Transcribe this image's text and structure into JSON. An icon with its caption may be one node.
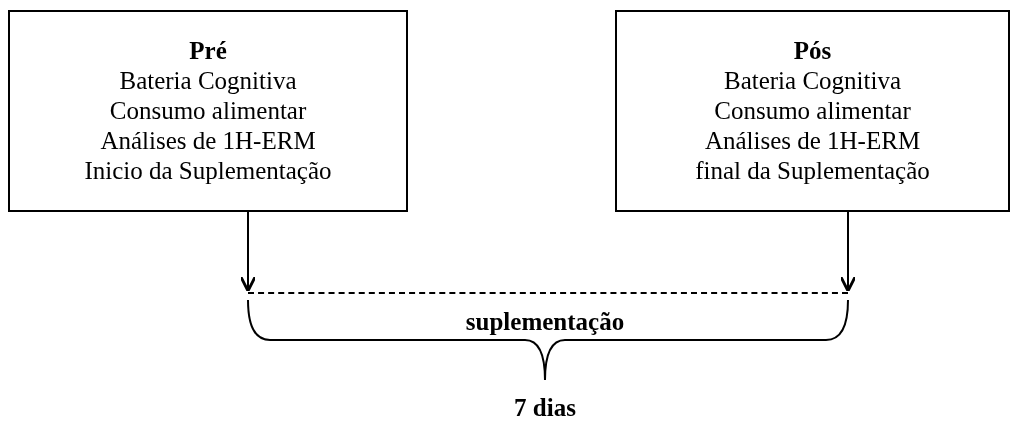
{
  "diagram": {
    "nodes": [
      {
        "text": [
          "Pré",
          "Bateria Cognitiva",
          "Consumo alimentar",
          "Análises de 1H-ERM",
          "Inicio da Suplementação"
        ]
      },
      {
        "text": [
          "Pós",
          "Bateria Cognitiva",
          "Consumo alimentar",
          "Análises de 1H-ERM",
          "final da Suplementação"
        ]
      },
      {
        "text": [],
        "shape": "line"
      }
    ],
    "edges": [
      {
        "from": 0,
        "to": 2,
        "arrow": "to"
      },
      {
        "from": 1,
        "to": 2,
        "arrow": "to"
      }
    ],
    "labels": [
      "suplementação",
      "7 dias"
    ]
  }
}
